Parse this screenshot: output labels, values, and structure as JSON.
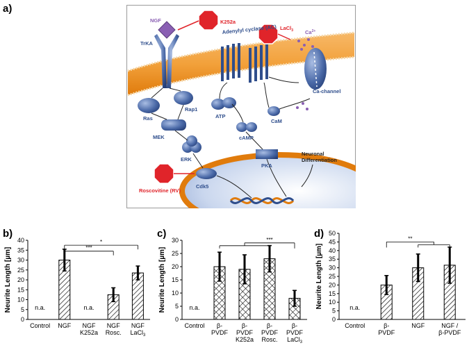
{
  "figure": {
    "panel_a_label": "a)",
    "panel_b_label": "b)",
    "panel_c_label": "c)",
    "panel_d_label": "d)"
  },
  "diagram": {
    "labels": {
      "ngf": "NGF",
      "k252a": "K252a",
      "trka": "TrKA",
      "lacl3": "LaCl",
      "lacl3_sub": "3",
      "ca": "Ca",
      "ca_sup": "2+",
      "ac": "Adenylyl cyclase (AC)",
      "ca_channel": "Ca-channel",
      "ras": "Ras",
      "rap1": "Rap1",
      "mek": "MEK",
      "erk": "ERK",
      "cdk5": "Cdk5",
      "atp": "ATP",
      "camp": "cAMP",
      "cam": "CaM",
      "pka": "PKA",
      "neuronal1": "Neuronal",
      "neuronal2": "Differentiation",
      "roscovitine": "Roscovitine (RV)"
    },
    "colors": {
      "membrane": "#e8830e",
      "protein": "#2f4e8c",
      "inhibitor": "#e0242a",
      "ngf": "#8a5fb3"
    }
  },
  "chart_data": [
    {
      "type": "bar",
      "panel": "b",
      "ylabel": "Neurite Length [µm]",
      "ylim": [
        0,
        40
      ],
      "yticks": [
        0,
        5,
        10,
        15,
        20,
        25,
        30,
        35,
        40
      ],
      "categories": [
        [
          "Control"
        ],
        [
          "NGF"
        ],
        [
          "NGF",
          "K252a"
        ],
        [
          "NGF",
          "Rosc."
        ],
        [
          "NGF",
          "LaCl3"
        ]
      ],
      "values": [
        null,
        30,
        null,
        12.5,
        23.5
      ],
      "errors": [
        null,
        5.5,
        null,
        3.5,
        3.5
      ],
      "pattern": "diag",
      "na_label": "n.a.",
      "significance": [
        {
          "label": "*",
          "from": 1,
          "to": 4,
          "y": 37.5
        },
        {
          "label": "***",
          "from": 1,
          "to": 3,
          "y": 34.5
        }
      ]
    },
    {
      "type": "bar",
      "panel": "c",
      "ylabel": "Neurite Length [µm]",
      "ylim": [
        0,
        30
      ],
      "yticks": [
        0,
        5,
        10,
        15,
        20,
        25,
        30
      ],
      "categories": [
        [
          "Control"
        ],
        [
          "β-",
          "PVDF"
        ],
        [
          "β-",
          "PVDF",
          "K252a"
        ],
        [
          "β-",
          "PVDF",
          "Rosc."
        ],
        [
          "β-",
          "PVDF",
          "LaCl3"
        ]
      ],
      "values": [
        null,
        20,
        19,
        23,
        8
      ],
      "errors": [
        null,
        5.5,
        5.5,
        5,
        3
      ],
      "pattern": "cross",
      "na_label": "n.a.",
      "significance": [
        {
          "label": "***",
          "from_group": [
            1,
            3
          ],
          "to": 4,
          "y": 29
        }
      ]
    },
    {
      "type": "bar",
      "panel": "d",
      "ylabel": "Neurite Length [µm]",
      "ylim": [
        0,
        50
      ],
      "yticks": [
        0,
        5,
        10,
        15,
        20,
        25,
        30,
        35,
        40,
        45,
        50
      ],
      "categories": [
        [
          "Control"
        ],
        [
          "β-",
          "PVDF"
        ],
        [
          "NGF"
        ],
        [
          "NGF /",
          "β-PVDF"
        ]
      ],
      "values": [
        null,
        20,
        30,
        31.5
      ],
      "errors": [
        null,
        5.5,
        8,
        10.5
      ],
      "pattern": "diag",
      "na_label": "n.a.",
      "significance": [
        {
          "label": "**",
          "from": 1,
          "to_group": [
            2,
            3
          ],
          "y": 45
        }
      ]
    }
  ]
}
